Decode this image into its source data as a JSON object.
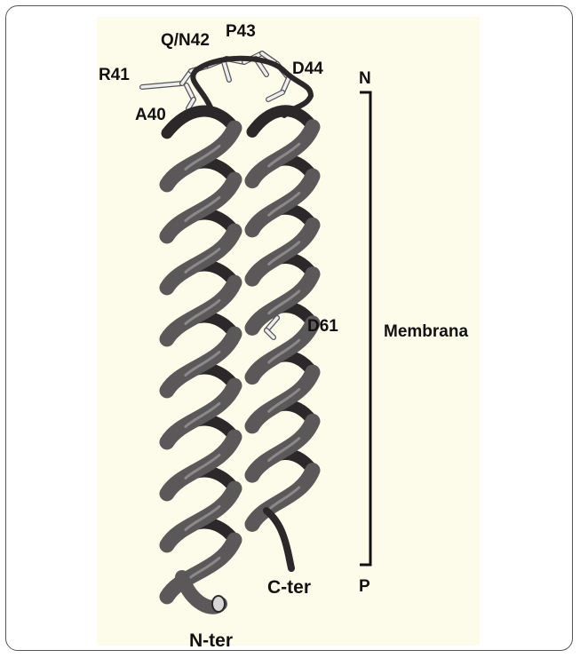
{
  "labels": {
    "r41": "R41",
    "qn42": "Q/N42",
    "p43": "P43",
    "d44": "D44",
    "a40": "A40",
    "d61": "D61",
    "n_side": "N",
    "p_side": "P",
    "membrane": "Membrana",
    "n_ter": "N-ter",
    "c_ter": "C-ter"
  },
  "colors": {
    "panel_background": "#fdfcea",
    "helix_fill": "#5b5859",
    "helix_dark": "#2a2829",
    "residue_sticks": "#eeeeee",
    "bracket": "#111111"
  }
}
